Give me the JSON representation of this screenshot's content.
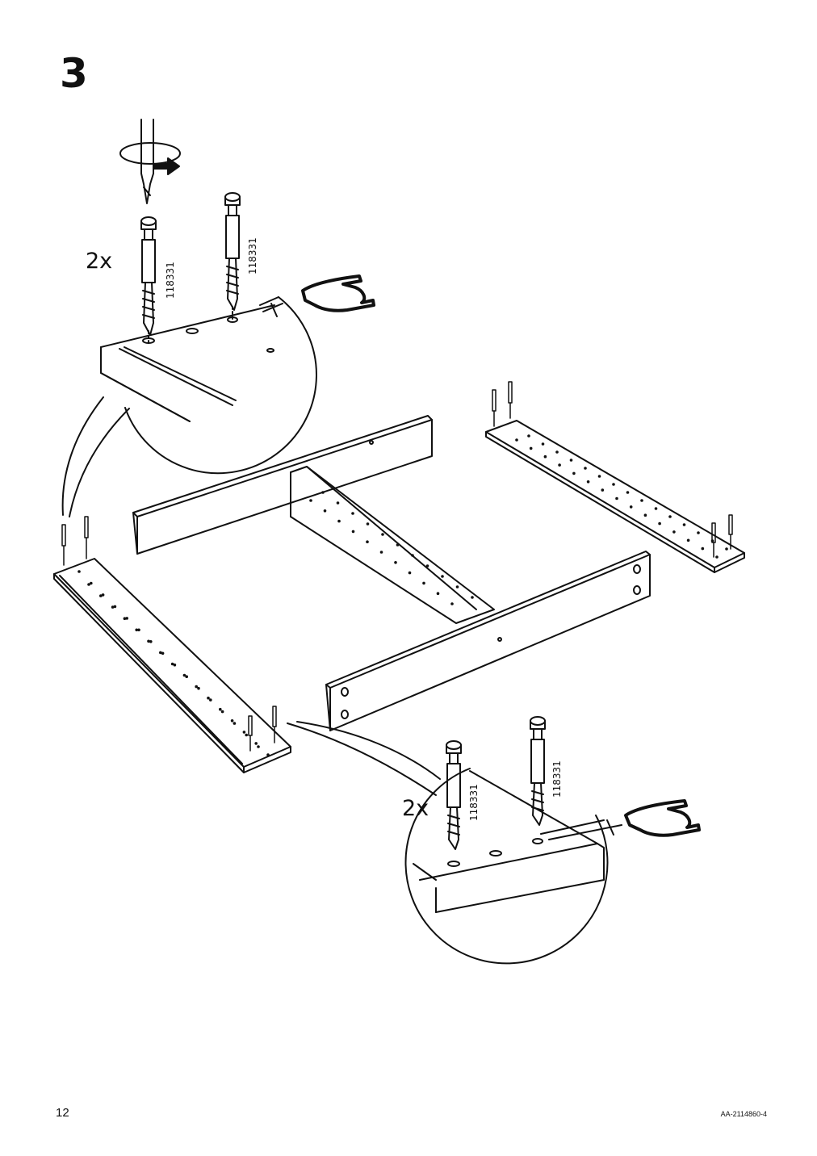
{
  "step": {
    "number": "3"
  },
  "callout_top": {
    "quantity": "2x",
    "part_labels": [
      "118331",
      "118331"
    ]
  },
  "callout_bottom": {
    "quantity": "2x",
    "part_labels": [
      "118331",
      "118331"
    ]
  },
  "footer": {
    "page_number": "12",
    "document_id": "AA-2114860-4"
  }
}
